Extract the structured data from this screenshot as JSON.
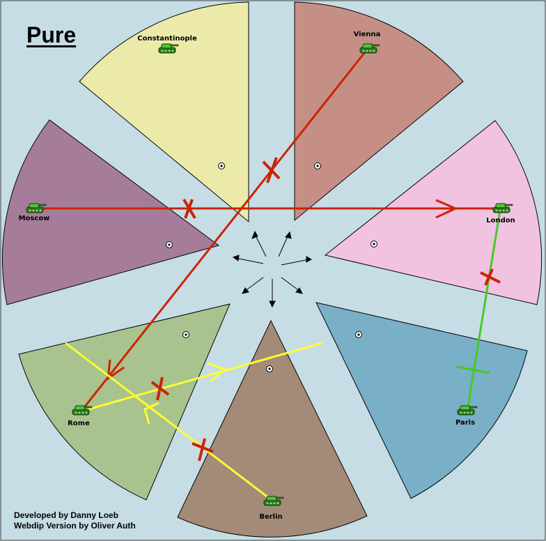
{
  "map": {
    "title": "Pure",
    "credits": {
      "line1": "Developed by Danny Loeb",
      "line2": "Webdip Version by Oliver Auth"
    },
    "colors": {
      "sea": "#c6dde6",
      "constantinople": "#ebeaa8",
      "vienna": "#c58f85",
      "moscow": "#a67c9b",
      "london": "#f1c3e0",
      "rome": "#a9c38f",
      "berlin": "#a38b77",
      "paris": "#7aafc8",
      "order_failed": "#cc2200",
      "order_yellow": "#ffff33",
      "order_green": "#44cc22"
    },
    "territories": [
      {
        "id": "constantinople",
        "label": "Constantinople"
      },
      {
        "id": "vienna",
        "label": "Vienna"
      },
      {
        "id": "moscow",
        "label": "Moscow"
      },
      {
        "id": "london",
        "label": "London"
      },
      {
        "id": "rome",
        "label": "Rome"
      },
      {
        "id": "berlin",
        "label": "Berlin"
      },
      {
        "id": "paris",
        "label": "Paris"
      }
    ],
    "units": [
      {
        "territory": "Constantinople",
        "type": "army-icon"
      },
      {
        "territory": "Vienna",
        "type": "army-icon"
      },
      {
        "territory": "Moscow",
        "type": "army-icon"
      },
      {
        "territory": "London",
        "type": "army-icon"
      },
      {
        "territory": "Rome",
        "type": "army-icon"
      },
      {
        "territory": "Berlin",
        "type": "army-icon"
      },
      {
        "territory": "Paris",
        "type": "army-icon"
      }
    ],
    "orders": [
      {
        "from": "Vienna",
        "to": "Rome",
        "kind": "move",
        "result": "failed",
        "color": "red"
      },
      {
        "from": "Moscow",
        "to": "London",
        "kind": "move",
        "result": "failed",
        "color": "red"
      },
      {
        "from": "Paris",
        "to": "London",
        "kind": "hold-support",
        "result": "failed",
        "color": "green"
      },
      {
        "from": "Rome",
        "to": "Berlin",
        "kind": "support",
        "result": "failed",
        "color": "yellow"
      },
      {
        "from": "Berlin",
        "to": "Rome",
        "kind": "move",
        "result": "failed",
        "color": "yellow"
      }
    ]
  }
}
